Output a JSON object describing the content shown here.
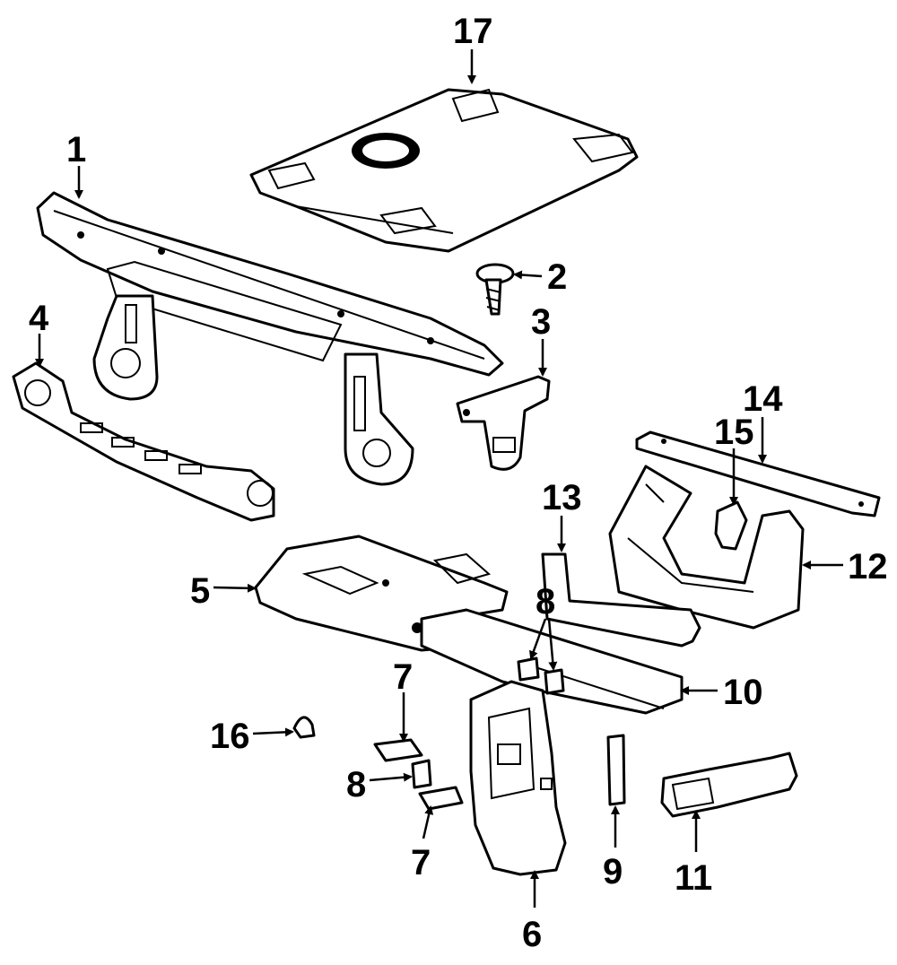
{
  "callouts": [
    "17",
    "1",
    "2",
    "3",
    "4",
    "14",
    "15",
    "13",
    "12",
    "5",
    "8",
    "10",
    "7",
    "16",
    "8",
    "7",
    "9",
    "11",
    "6"
  ],
  "parts": [
    {
      "name": "radiator-support-upper-tie-bar",
      "callout": "1"
    },
    {
      "name": "bolt",
      "callout": "2"
    },
    {
      "name": "bracket",
      "callout": "3"
    },
    {
      "name": "lower-tie-bar",
      "callout": "4"
    },
    {
      "name": "air-deflector-tray",
      "callout": "5"
    },
    {
      "name": "side-baffle-housing",
      "callout": "6"
    },
    {
      "name": "pad",
      "callout": "7"
    },
    {
      "name": "clip",
      "callout": "8"
    },
    {
      "name": "seal-strip",
      "callout": "9"
    },
    {
      "name": "air-duct-lower",
      "callout": "10"
    },
    {
      "name": "air-duct-inlet",
      "callout": "11"
    },
    {
      "name": "air-duct-housing",
      "callout": "12"
    },
    {
      "name": "seal",
      "callout": "13"
    },
    {
      "name": "support-bar",
      "callout": "14"
    },
    {
      "name": "retainer",
      "callout": "15"
    },
    {
      "name": "push-clip",
      "callout": "16"
    },
    {
      "name": "splash-shield",
      "callout": "17"
    }
  ]
}
